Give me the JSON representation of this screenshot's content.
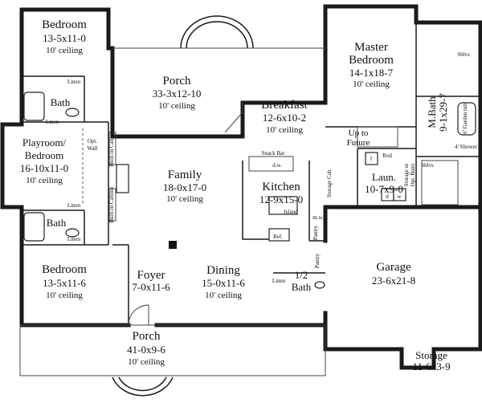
{
  "rooms": {
    "bedroom_top": {
      "name": "Bedroom",
      "size": "13-5x11-0",
      "ceiling": "10' ceiling"
    },
    "bath_top": {
      "name": "Bath"
    },
    "playroom": {
      "name_line1": "Playroom/",
      "name_line2": "Bedroom",
      "size": "16-10x11-0",
      "ceiling": "10' ceiling"
    },
    "bath_lower": {
      "name": "Bath"
    },
    "bedroom_bottom": {
      "name": "Bedroom",
      "size": "13-5x11-6",
      "ceiling": "10' ceiling"
    },
    "porch_rear": {
      "name": "Porch",
      "size": "33-3x12-10",
      "ceiling": "10' ceiling"
    },
    "family": {
      "name": "Family",
      "size": "18-0x17-0",
      "ceiling": "10' ceiling"
    },
    "breakfast": {
      "name": "Breakfast",
      "size": "12-6x10-2",
      "ceiling": "10' ceiling"
    },
    "kitchen": {
      "name": "Kitchen",
      "size": "12-9x15-0"
    },
    "master_bedroom": {
      "name_line1": "Master",
      "name_line2": "Bedroom",
      "size": "14-1x18-7",
      "ceiling": "10' ceiling"
    },
    "master_bath": {
      "name": "M.Bath",
      "size": "9-1x29-7"
    },
    "laundry": {
      "name": "Laun.",
      "size": "10-7x9-0"
    },
    "foyer": {
      "name": "Foyer",
      "size": "7-0x11-6"
    },
    "dining": {
      "name": "Dining",
      "size": "15-0x11-6",
      "ceiling": "10' ceiling"
    },
    "half_bath": {
      "name_line1": "1/2",
      "name_line2": "Bath"
    },
    "garage": {
      "name": "Garage",
      "size": "23-6x21-8"
    },
    "porch_front": {
      "name": "Porch",
      "size": "41-0x9-6",
      "ceiling": "10' ceiling"
    },
    "storage": {
      "name": "Storage",
      "size": "11-6x3-9"
    }
  },
  "labels": {
    "linen": "Linen",
    "opt_wall_1": "Opt.",
    "opt_wall_2": "Wall",
    "built_in_cab_1": "Built-in Cabinet",
    "built_in_cab_2": "Built-in Cabinet",
    "snack_bar": "Snack Bar",
    "dw": "d.w.",
    "island": "Island",
    "ref": "Ref.",
    "mw": "m.w.",
    "pantry": "Pantry",
    "storage_cab": "Storage Cab.",
    "up_to_future_1": "Up to",
    "up_to_future_2": "Future",
    "storage_opt_bsmt_1": "Storage or",
    "storage_opt_bsmt_2": "Opt. Bsmt",
    "rod": "Rod",
    "shlvs": "Shlvs",
    "shower": "4' Shower",
    "garden_tub": "6' Garden tub",
    "washer": "w",
    "dryer": "d",
    "freezer": "f"
  }
}
